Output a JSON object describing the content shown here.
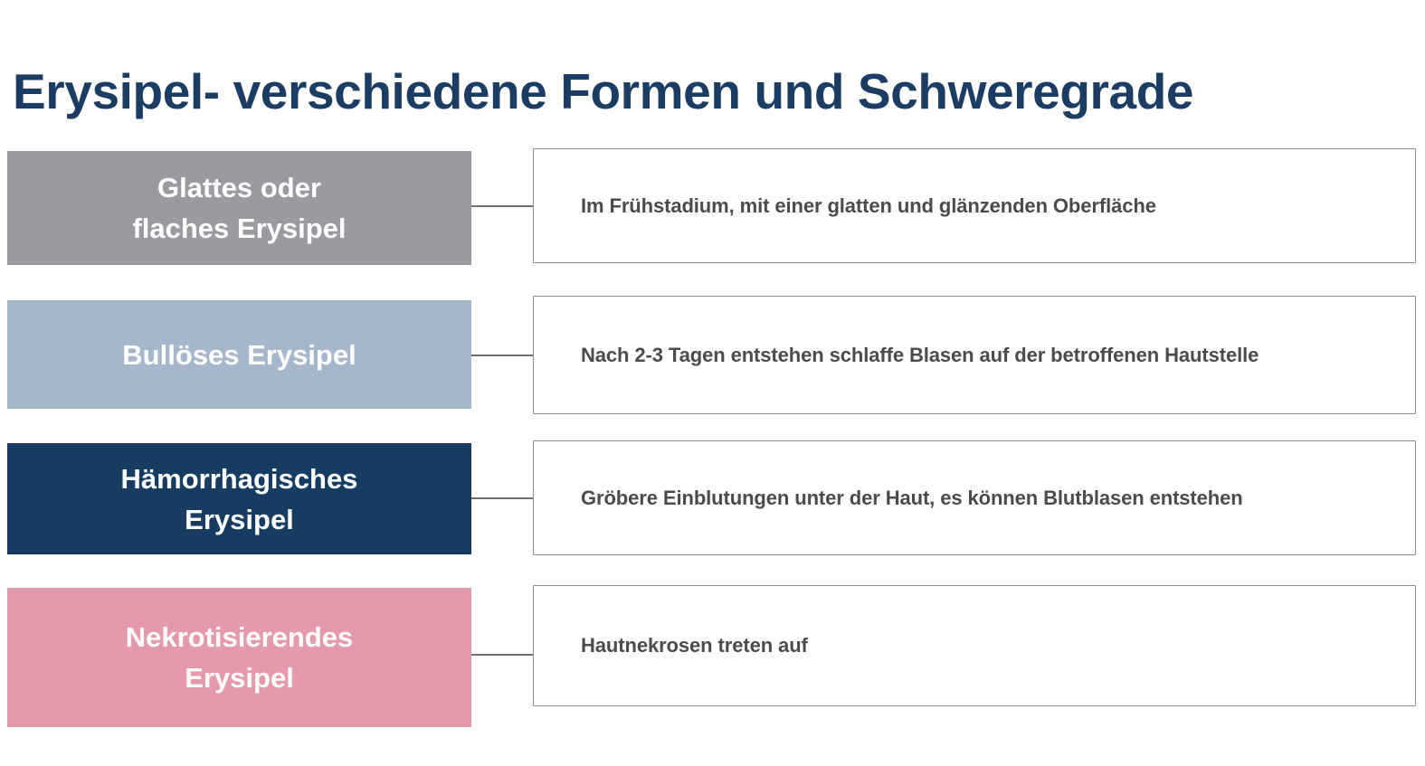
{
  "page": {
    "title": "Erysipel- verschiedene Formen und Schweregrade",
    "background_color": "#ffffff",
    "title_color": "#1b3c63"
  },
  "colors": {
    "gray": "#9a9ba1",
    "blue_gray": "#a7b7cb",
    "navy": "#163c62",
    "pink": "#e59aab",
    "connector_line": "#6f6f6f",
    "desc_border": "#8d8d8d",
    "desc_text": "#4b4b4b",
    "category_text": "#ffffff"
  },
  "rows": [
    {
      "category": "Glattes oder\nflaches Erysipel",
      "category_line1": "Glattes oder",
      "category_line2": "flaches Erysipel",
      "color": "#9a9ba1",
      "description": "Im Frühstadium, mit einer glatten und glänzenden Oberfläche"
    },
    {
      "category": "Bullöses Erysipel",
      "category_line1": "Bullöses Erysipel",
      "category_line2": "",
      "color": "#a7b7cb",
      "description": "Nach 2-3 Tagen entstehen schlaffe Blasen auf der betroffenen Hautstelle"
    },
    {
      "category": "Hämorrhagisches\nErysipel",
      "category_line1": "Hämorrhagisches",
      "category_line2": "Erysipel",
      "color": "#163c62",
      "description": "Gröbere Einblutungen unter der Haut, es können Blutblasen entstehen"
    },
    {
      "category": "Nekrotisierendes\nErysipel",
      "category_line1": "Nekrotisierendes",
      "category_line2": "Erysipel",
      "color": "#e59aab",
      "description": "Hautnekrosen treten auf"
    }
  ]
}
